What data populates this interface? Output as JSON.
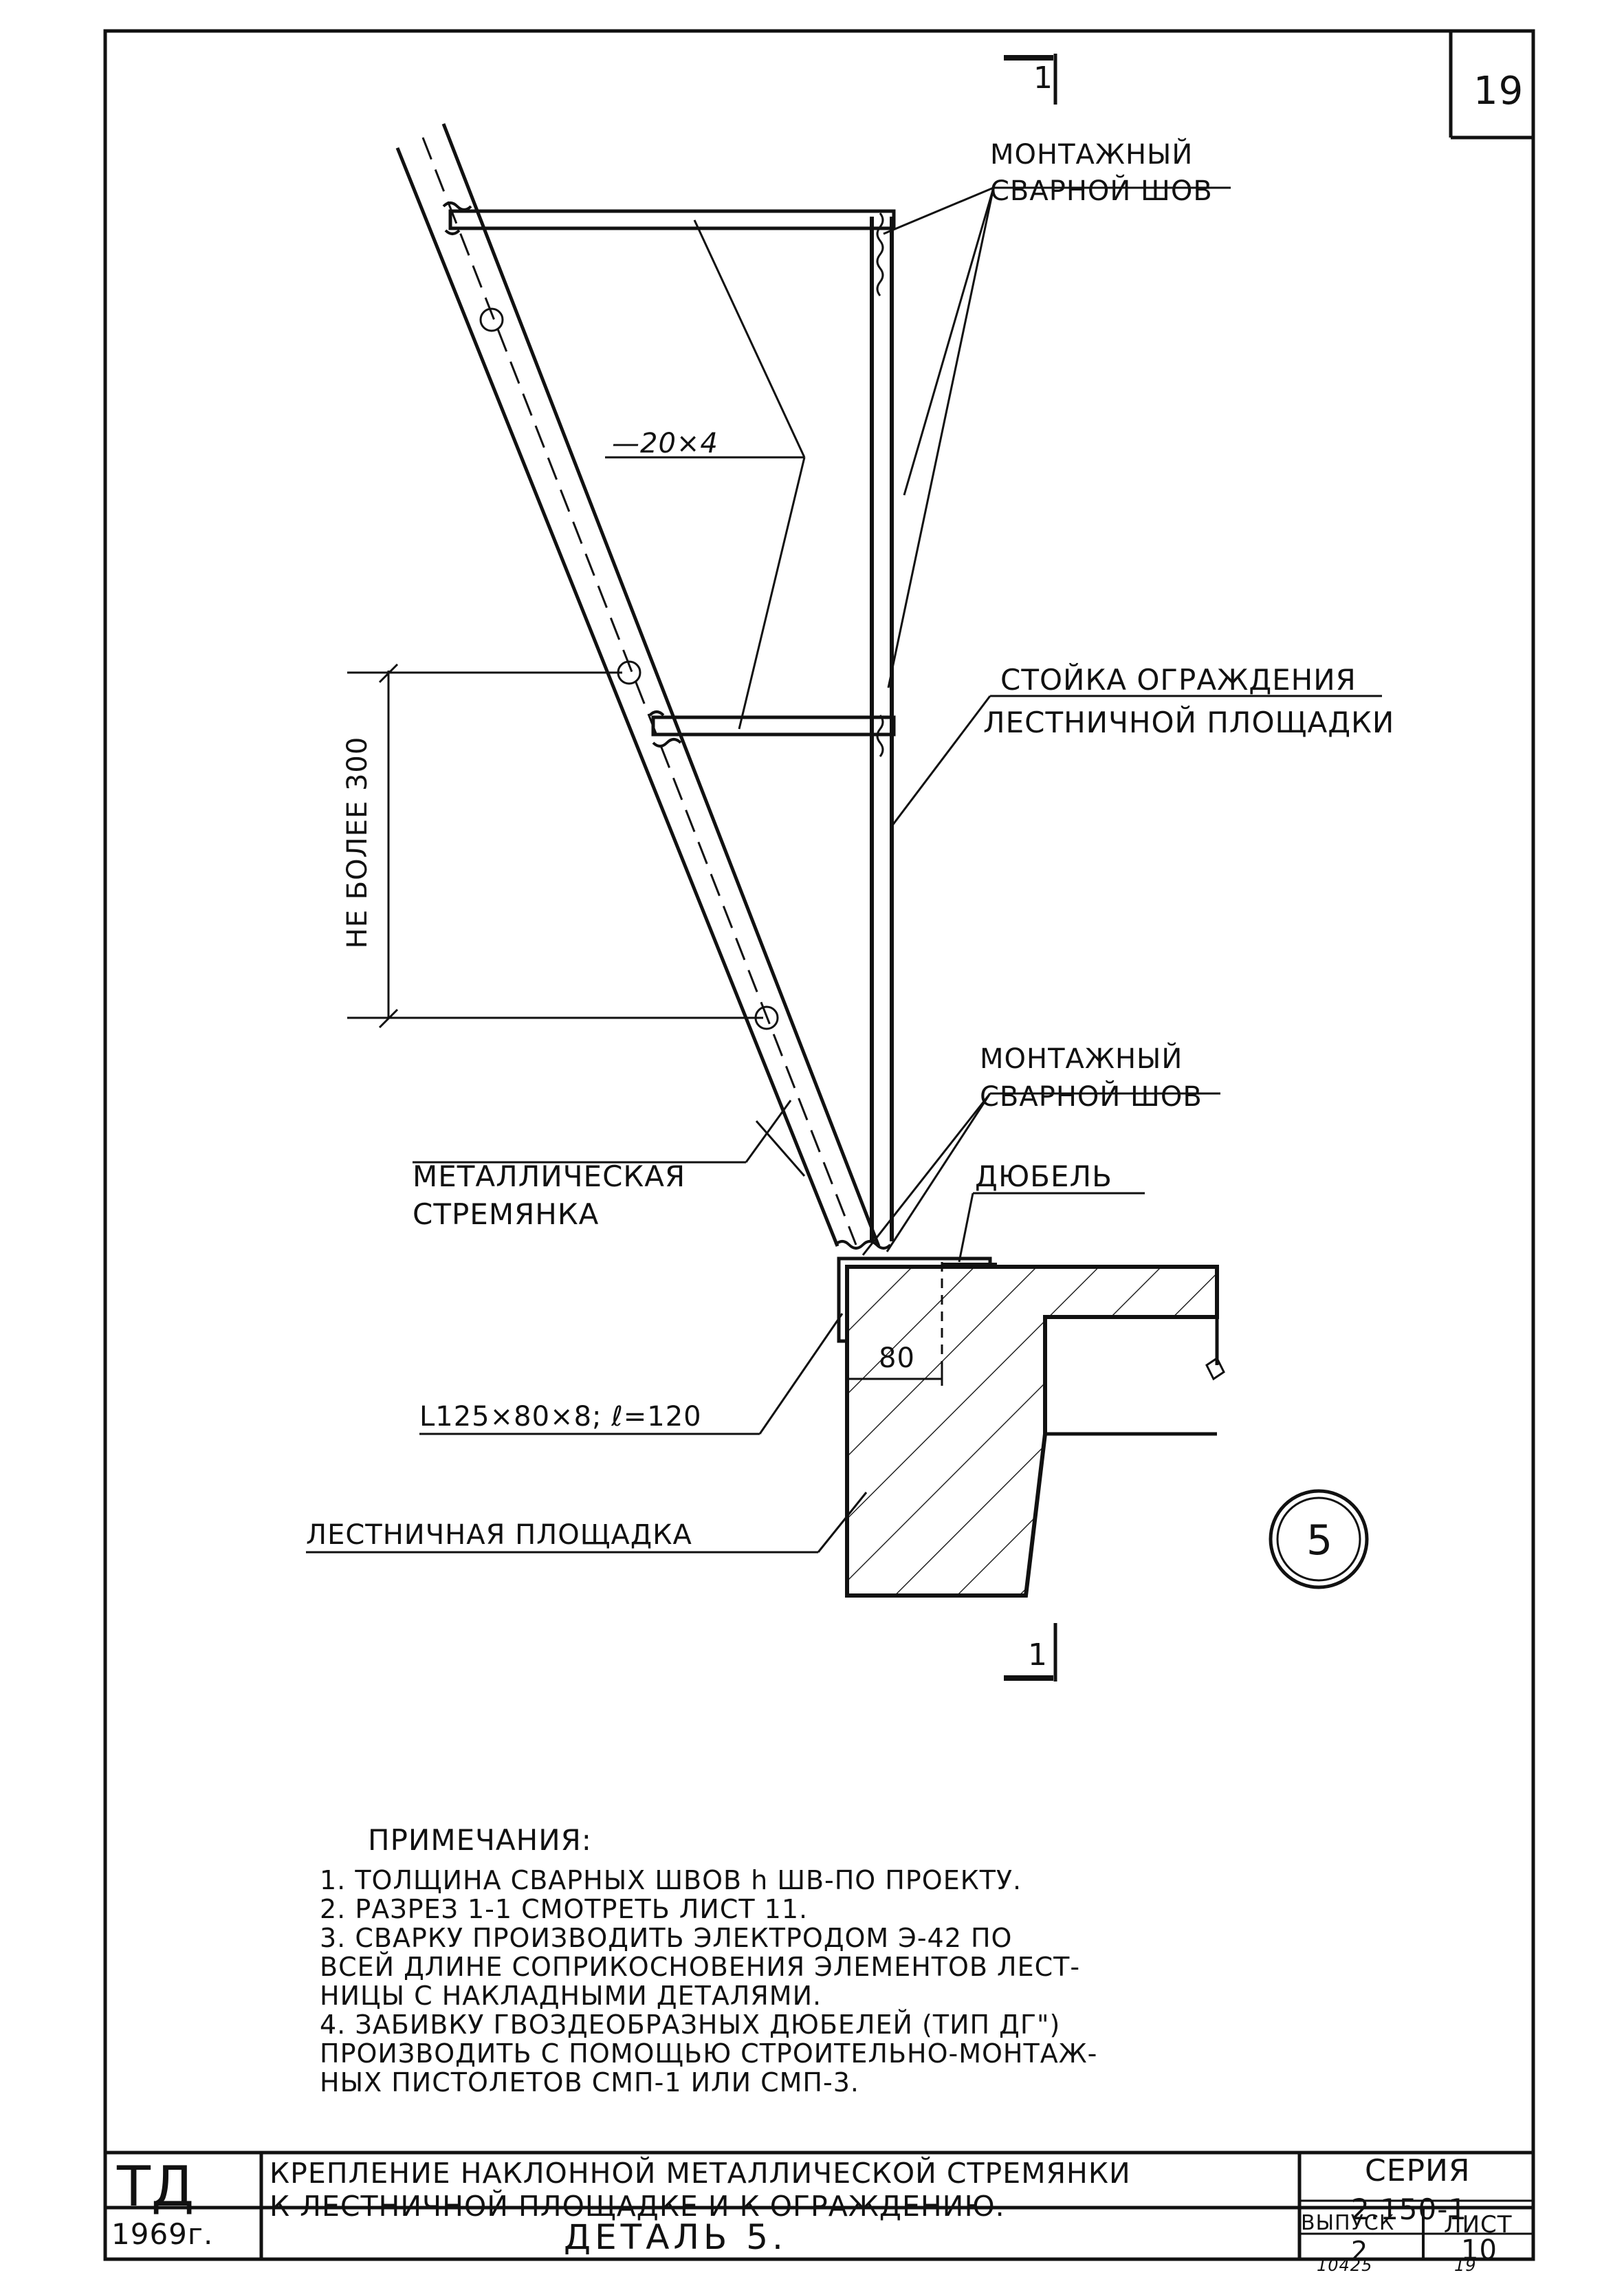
{
  "sheet_number": "19",
  "section_marker_top": "1",
  "section_marker_bottom": "1",
  "detail_marker": "5",
  "labels": {
    "weld_top_line1": "МОНТАЖНЫЙ",
    "weld_top_line2": "СВАРНОЙ ШОВ",
    "strip": "—20×4",
    "post_line1": "СТОЙКА ОГРАЖДЕНИЯ",
    "post_line2": "ЛЕСТНИЧНОЙ ПЛОЩАДКИ",
    "spacing": "НЕ БОЛЕЕ 300",
    "weld_bottom_line1": "МОНТАЖНЫЙ",
    "weld_bottom_line2": "СВАРНОЙ ШОВ",
    "dowel": "ДЮБЕЛЬ",
    "ladder_line1": "МЕТАЛЛИЧЕСКАЯ",
    "ladder_line2": "СТРЕМЯНКА",
    "dim_80": "80",
    "angle": "L125×80×8; ℓ=120",
    "landing": "ЛЕСТНИЧНАЯ ПЛОЩАДКА"
  },
  "notes": {
    "title": "ПРИМЕЧАНИЯ:",
    "lines": [
      "1.  ТОЛЩИНА СВАРНЫХ ШВОВ h ШВ-ПО ПРОЕКТУ.",
      "2.  РАЗРЕЗ 1-1 СМОТРЕТЬ ЛИСТ 11.",
      "3.  СВАРКУ ПРОИЗВОДИТЬ ЭЛЕКТРОДОМ Э-42 ПО",
      "     ВСЕЙ ДЛИНЕ СОПРИКОСНОВЕНИЯ ЭЛЕМЕНТОВ ЛЕСТ-",
      "     НИЦЫ С НАКЛАДНЫМИ ДЕТАЛЯМИ.",
      "4.  ЗАБИВКУ ГВОЗДЕОБРАЗНЫХ ДЮБЕЛЕЙ (ТИП ДГ\")",
      "     ПРОИЗВОДИТЬ С ПОМОЩЬЮ СТРОИТЕЛЬНО-МОНТАЖ-",
      "     НЫХ ПИСТОЛЕТОВ СМП-1  ИЛИ СМП-3."
    ]
  },
  "title_block": {
    "org": "ТД",
    "title_line1": "КРЕПЛЕНИЕ НАКЛОННОЙ МЕТАЛЛИЧЕСКОЙ СТРЕМЯНКИ",
    "title_line2": "К ЛЕСТНИЧНОЙ ПЛОЩАДКЕ И К ОГРАЖДЕНИЮ.",
    "series_label": "СЕРИЯ",
    "series_value": "2.150-1",
    "year": "1969г.",
    "detail": "ДЕТАЛЬ 5.",
    "issue_label": "ВЫПУСК",
    "issue_value": "2",
    "sheet_label": "ЛИСТ",
    "sheet_value": "10",
    "archive_number": "10425",
    "archive_sheet": "19"
  }
}
